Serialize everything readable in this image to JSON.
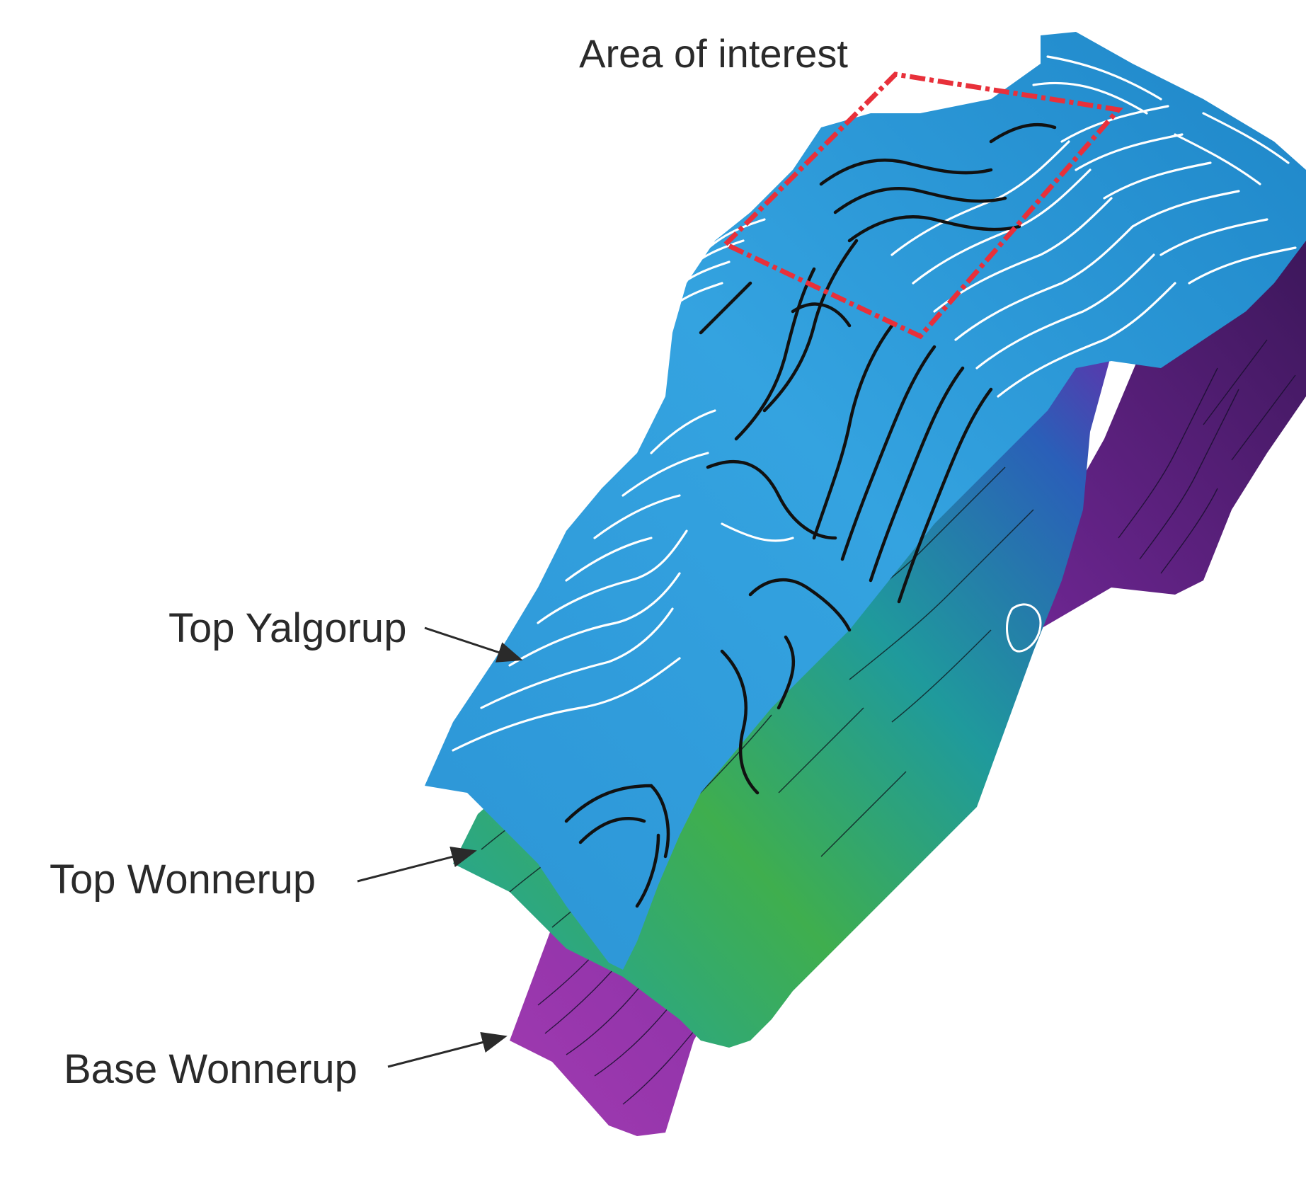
{
  "figure": {
    "title": "Area of interest",
    "labels": {
      "top_yalgorup": "Top Yalgorup",
      "top_wonnerup": "Top Wonnerup",
      "base_wonnerup": "Base Wonnerup"
    },
    "colors": {
      "top_yalgorup_surface": "#2a92d4",
      "top_wonnerup_surface_green": "#3fae4e",
      "top_wonnerup_surface_teal": "#1a9ea2",
      "top_wonnerup_surface_blue": "#2a5fb8",
      "base_wonnerup_surface": "#8a2fa6",
      "base_wonnerup_dark": "#4a1c6a",
      "area_of_interest_outline": "#e8303a",
      "contour_black": "#111111",
      "contour_white": "#ffffff"
    }
  }
}
